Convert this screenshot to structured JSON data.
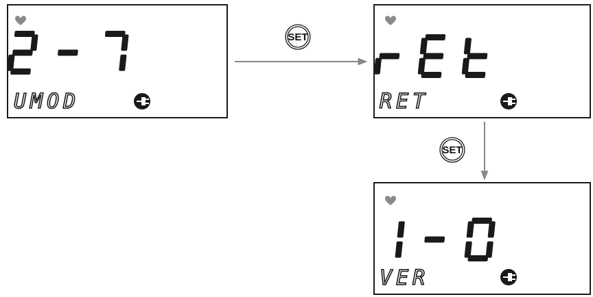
{
  "screens": [
    {
      "main": "2-7",
      "sub": "UMOD"
    },
    {
      "main": "rEt",
      "sub": "RET"
    },
    {
      "main": "1-0",
      "sub": "VER"
    }
  ],
  "buttons": {
    "set_label": "SET"
  },
  "icons": {
    "heart": "heart-icon",
    "plug": "plug-icon"
  },
  "colors": {
    "display_border": "#1a1a1a",
    "arrow": "#888888",
    "heart": "#8a8a8a",
    "segment": "#1a1a1a"
  }
}
